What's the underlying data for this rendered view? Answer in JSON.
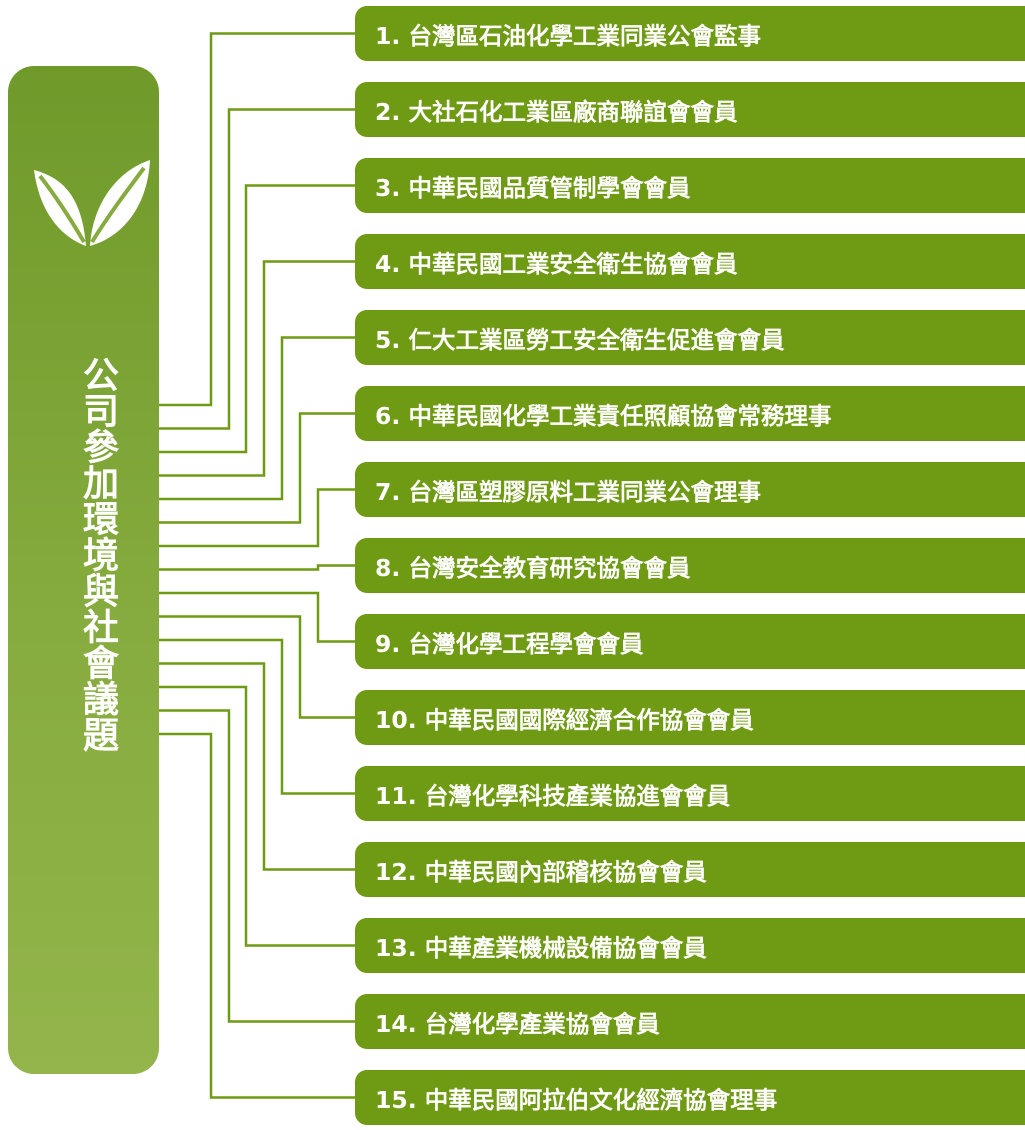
{
  "title": "公司參加環境與社會議題",
  "theme": {
    "box_green": "#6f9a13",
    "pill_green": "#86ab3e",
    "line_green": "#6f9a13"
  },
  "icon": "leaf-sprout-icon",
  "items": [
    "1. 台灣區石油化學工業同業公會監事",
    "2. 大社石化工業區廠商聯誼會會員",
    "3. 中華民國品質管制學會會員",
    "4. 中華民國工業安全衛生協會會員",
    "5. 仁大工業區勞工安全衛生促進會會員",
    "6. 中華民國化學工業責任照顧協會常務理事",
    "7. 台灣區塑膠原料工業同業公會理事",
    "8. 台灣安全教育研究協會會員",
    "9. 台灣化學工程學會會員",
    "10. 中華民國國際經濟合作協會會員",
    "11. 台灣化學科技產業協進會會員",
    "12. 中華民國內部稽核協會會員",
    "13. 中華產業機械設備協會會員",
    "14. 台灣化學產業協會會員",
    "15. 中華民國阿拉伯文化經濟協會理事"
  ]
}
